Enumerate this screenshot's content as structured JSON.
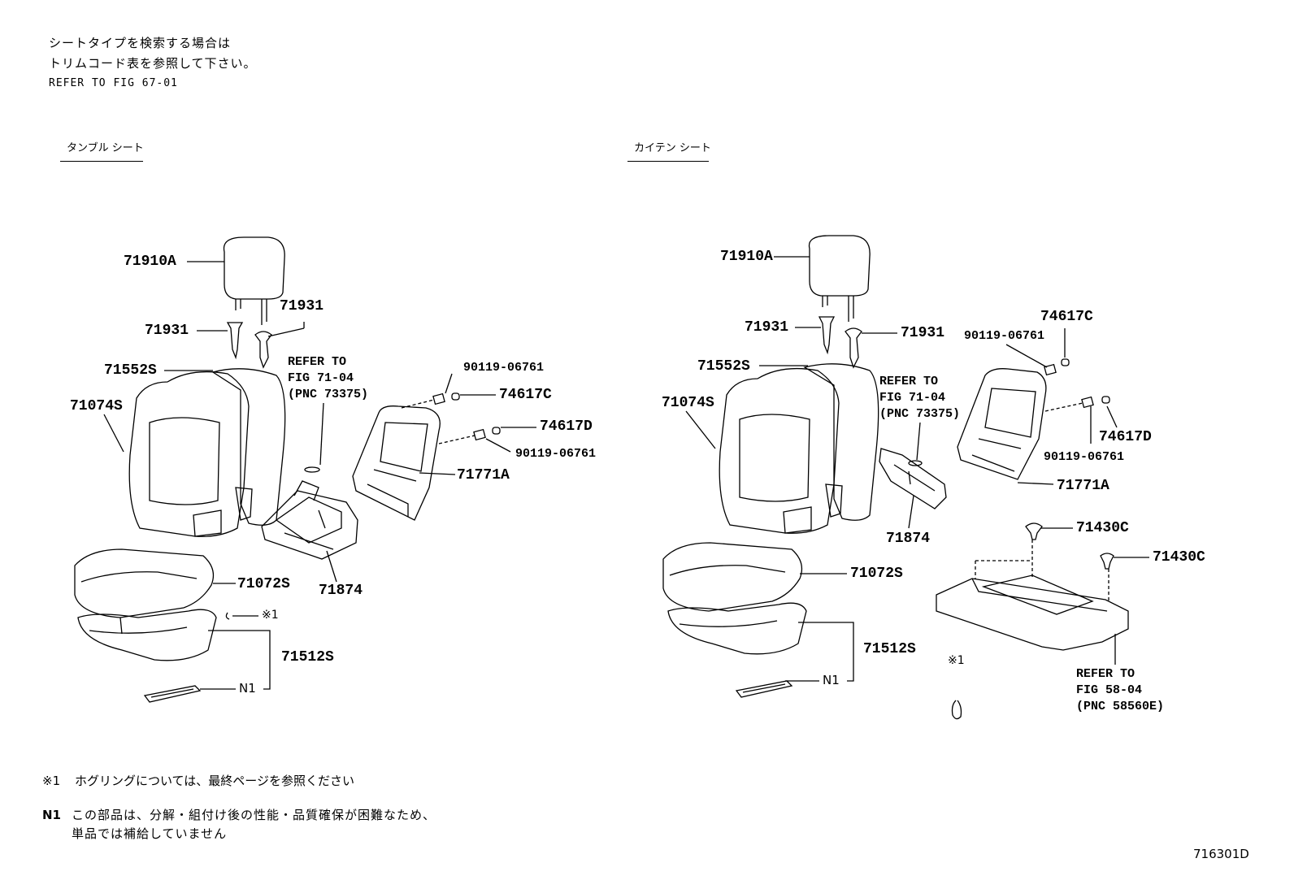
{
  "header": {
    "line1": "シートタイプを検索する場合は",
    "line2": "トリムコード表を参照して下さい。",
    "line3": "REFER TO FIG 67-01"
  },
  "left_section": {
    "title": "タンブル シート",
    "labels": {
      "headrest": "71910A",
      "guide_a": "71931",
      "guide_b": "71931",
      "back_cover": "71552S",
      "back_assy": "71074S",
      "refer": "REFER TO\nFIG 71-04\n(PNC 73375)",
      "bolt_a": "90119-06761",
      "cap_a": "74617C",
      "cap_b": "74617D",
      "bolt_b": "90119-06761",
      "frame": "71771A",
      "bracket": "71874",
      "cushion_cover": "71072S",
      "note1": "※1",
      "cushion_assy": "71512S",
      "n1": "N1"
    }
  },
  "right_section": {
    "title": "カイテン シート",
    "labels": {
      "headrest": "71910A",
      "guide_a": "71931",
      "guide_b": "71931",
      "back_cover": "71552S",
      "back_assy": "71074S",
      "refer": "REFER TO\nFIG 71-04\n(PNC 73375)",
      "cap_a": "74617C",
      "bolt_a": "90119-06761",
      "cap_b": "74617D",
      "bolt_b": "90119-06761",
      "frame": "71771A",
      "bracket": "71874",
      "clip_a": "71430C",
      "clip_b": "71430C",
      "cushion_cover": "71072S",
      "cushion_assy": "71512S",
      "n1": "N1",
      "note1": "※1",
      "refer2": "REFER TO\nFIG 58-04\n(PNC 58560E)"
    }
  },
  "footnotes": {
    "note1_mark": "※1",
    "note1_text": "ホグリングについては、最終ページを参照ください",
    "n1_mark": "N1",
    "n1_text_line1": "この部品は、分解・組付け後の性能・品質確保が困難なため、",
    "n1_text_line2": "単品では補給していません"
  },
  "figure_id": "716301D"
}
